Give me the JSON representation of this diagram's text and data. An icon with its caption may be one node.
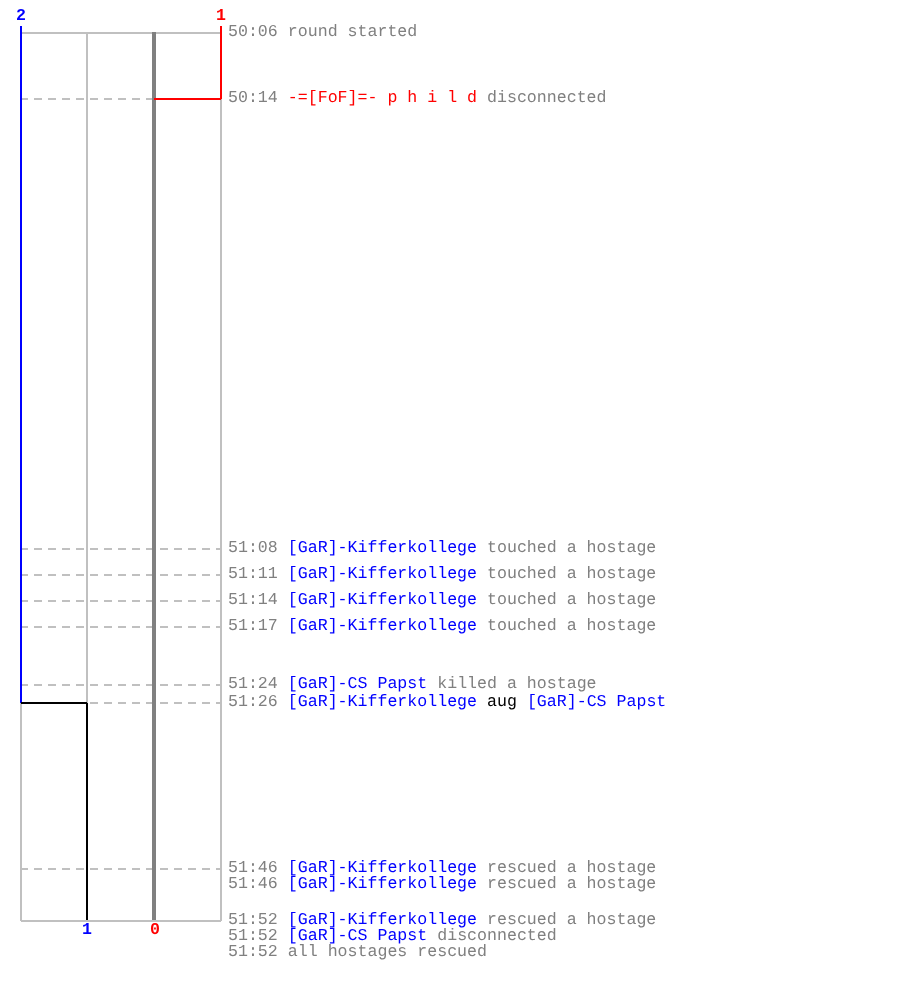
{
  "diagram": {
    "labels": [
      "2",
      "1",
      "50:06",
      "round started",
      "50:14",
      "-=[FoF]=- p h i l d",
      "disconnected",
      "51:08",
      "[GaR]-Kifferkollege",
      "touched a hostage",
      "51:11",
      "[GaR]-Kifferkollege",
      "touched a hostage",
      "51:14",
      "[GaR]-Kifferkollege",
      "touched a hostage",
      "51:17",
      "[GaR]-Kifferkollege",
      "touched a hostage",
      "51:24",
      "[GaR]-CS Papst",
      "killed a hostage",
      "51:26",
      "[GaR]-Kifferkollege",
      "aug",
      "[GaR]-CS Papst",
      "51:46",
      "[GaR]-Kifferkollege",
      "rescued a hostage",
      "51:46",
      "[GaR]-Kifferkollege",
      "rescued a hostage",
      "1",
      "0",
      "51:52",
      "[GaR]-Kifferkollege",
      "rescued a hostage",
      "51:52",
      "[GaR]-CS Papst",
      "disconnected",
      "51:52",
      "all hostages rescued"
    ]
  }
}
